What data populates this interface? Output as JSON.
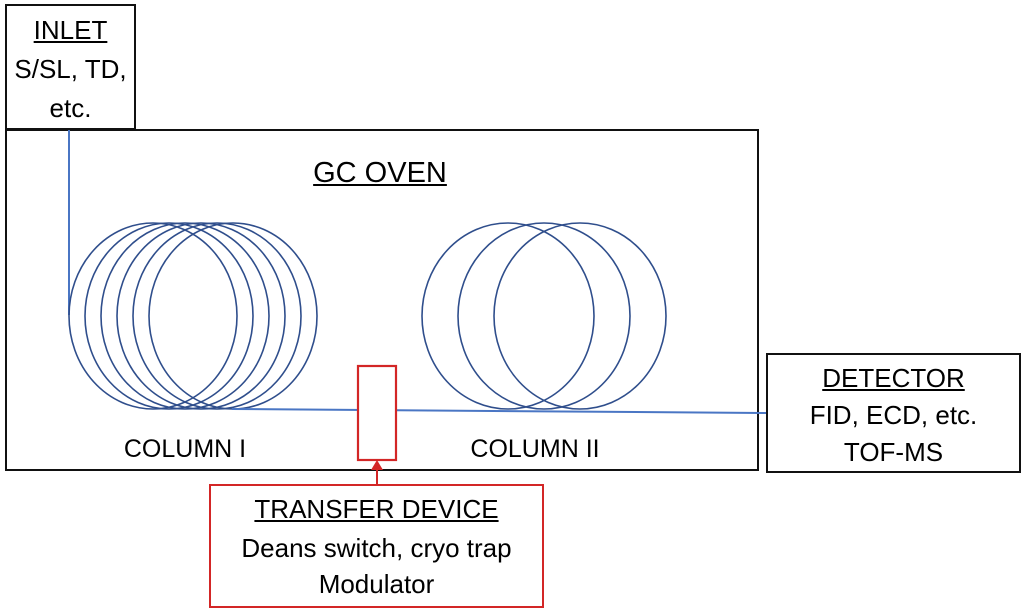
{
  "inlet": {
    "title": "INLET",
    "line1": "S/SL, TD,",
    "line2": "etc."
  },
  "oven": {
    "title": "GC OVEN"
  },
  "columns": {
    "col1": "COLUMN I",
    "col2": "COLUMN II"
  },
  "detector": {
    "title": "DETECTOR",
    "line1": "FID, ECD, etc.",
    "line2": "TOF-MS"
  },
  "transfer": {
    "title": "TRANSFER DEVICE",
    "line1": "Deans switch, cryo trap",
    "line2": "Modulator"
  },
  "colors": {
    "line": "#000000",
    "coil": "#2f4e8c",
    "tube": "#4a76c4",
    "transfer": "#d32626"
  }
}
